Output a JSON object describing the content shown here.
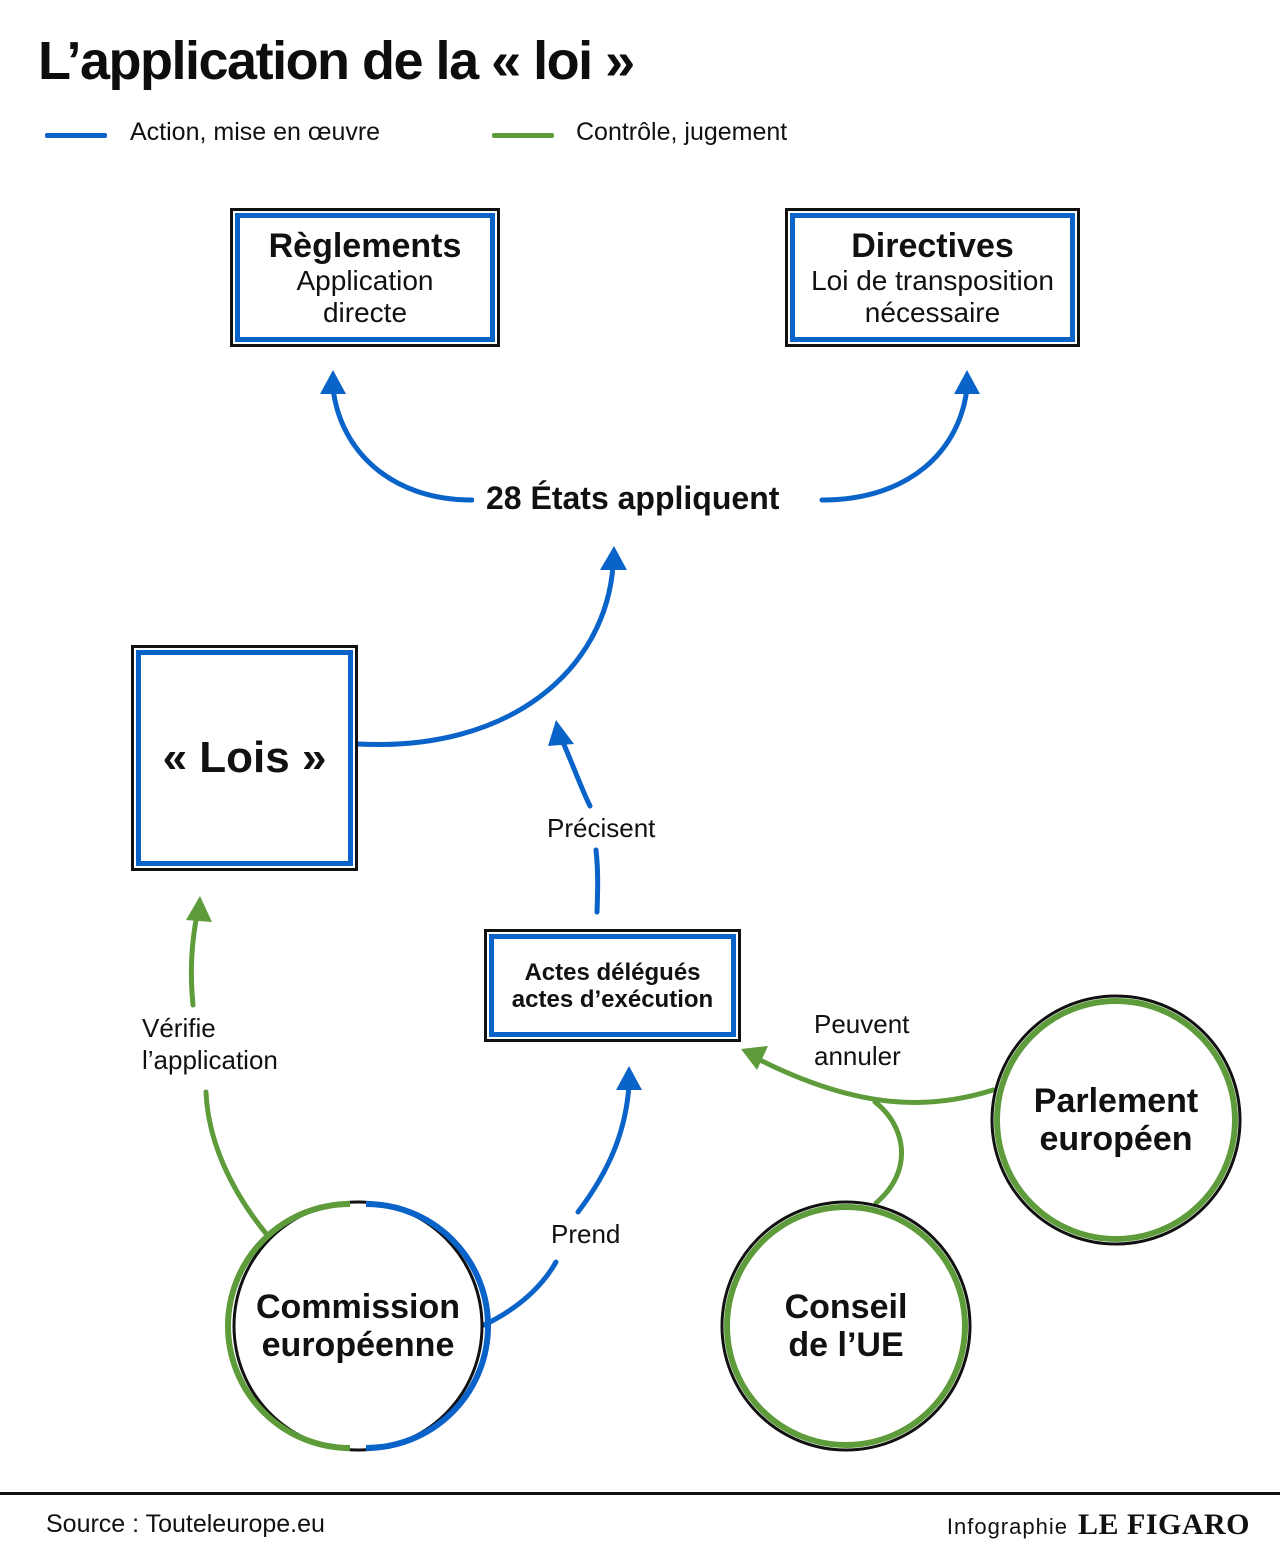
{
  "title": "L’application de la « loi »",
  "legend": [
    {
      "label": "Action, mise en œuvre",
      "color": "#0a63c9"
    },
    {
      "label": "Contrôle, jugement",
      "color": "#5e9b3a"
    }
  ],
  "nodes": {
    "reglements": {
      "title": "Règlements",
      "line1": "Application",
      "line2": "directe"
    },
    "directives": {
      "title": "Directives",
      "line1": "Loi de transposition",
      "line2": "nécessaire"
    },
    "etats": "28 États appliquent",
    "lois": "« Lois »",
    "actes": {
      "line1": "Actes délégués",
      "line2": "actes d’exécution"
    },
    "commission": {
      "line1": "Commission",
      "line2": "européenne"
    },
    "conseil": {
      "line1": "Conseil",
      "line2": "de l’UE"
    },
    "parlement": {
      "line1": "Parlement",
      "line2": "européen"
    }
  },
  "edge_labels": {
    "precisent": "Précisent",
    "verifie": {
      "line1": "Vérifie",
      "line2": "l’application"
    },
    "peuvent": {
      "line1": "Peuvent",
      "line2": "annuler"
    },
    "prend": "Prend"
  },
  "colors": {
    "action": "#0a63c9",
    "control": "#5e9b3a",
    "outline": "#111111"
  },
  "footer": {
    "source": "Source : Touteleurope.eu",
    "credit_prefix": "Infographie",
    "credit_brand": "LE FIGARO"
  }
}
